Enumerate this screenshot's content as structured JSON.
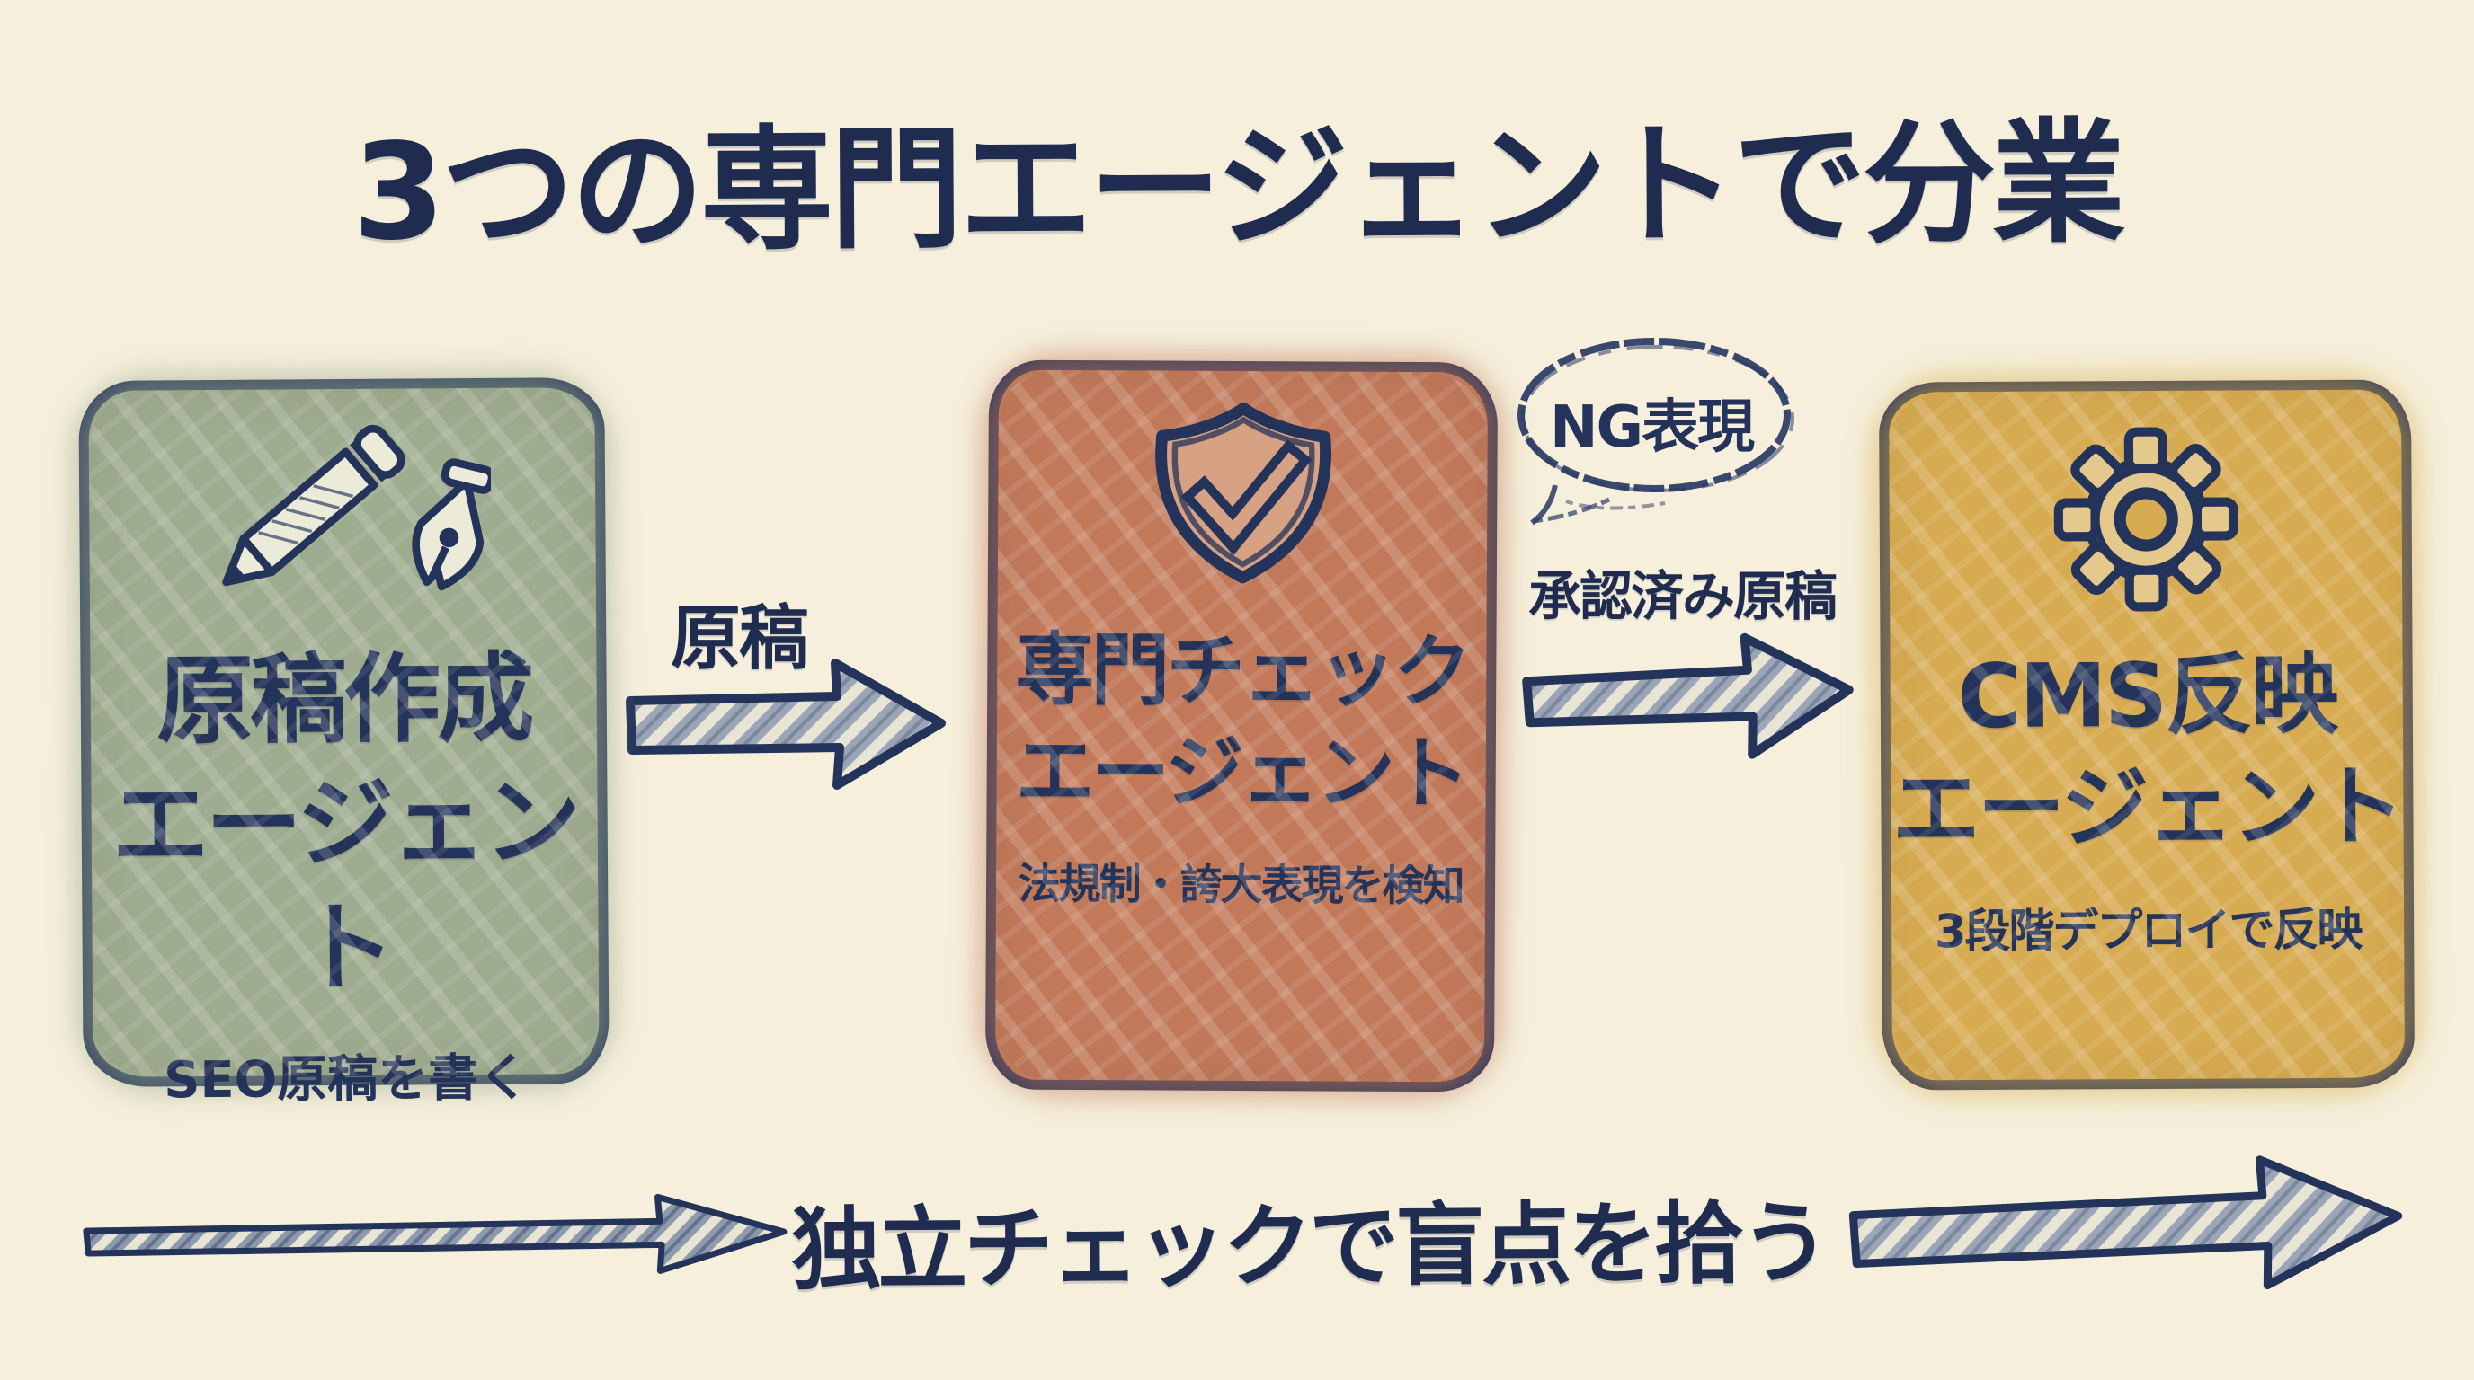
{
  "title": "3つの専門エージェントで分業",
  "colors": {
    "background": "#f5efdb",
    "ink_navy": "#24335a",
    "agent_writer": "#9dab8e",
    "agent_checker": "#c1795a",
    "agent_cms": "#d7ab51",
    "arrow_fill": "#9aa5b7"
  },
  "agents": [
    {
      "name_line1": "原稿作成",
      "name_line2": "エージェント",
      "subtitle": "SEO原稿を書く",
      "icon": "pencil-and-pen-icon"
    },
    {
      "name_line1": "専門チェック",
      "name_line2": "エージェント",
      "subtitle": "法規制・誇大表現を検知",
      "icon": "shield-check-icon"
    },
    {
      "name_line1": "CMS反映",
      "name_line2": "エージェント",
      "subtitle": "3段階デプロイで反映",
      "icon": "gear-icon"
    }
  ],
  "flows": [
    {
      "label": "原稿"
    },
    {
      "label": "承認済み原稿"
    }
  ],
  "callout": {
    "label": "NG表現"
  },
  "footer": {
    "label": "独立チェックで盲点を拾う"
  }
}
